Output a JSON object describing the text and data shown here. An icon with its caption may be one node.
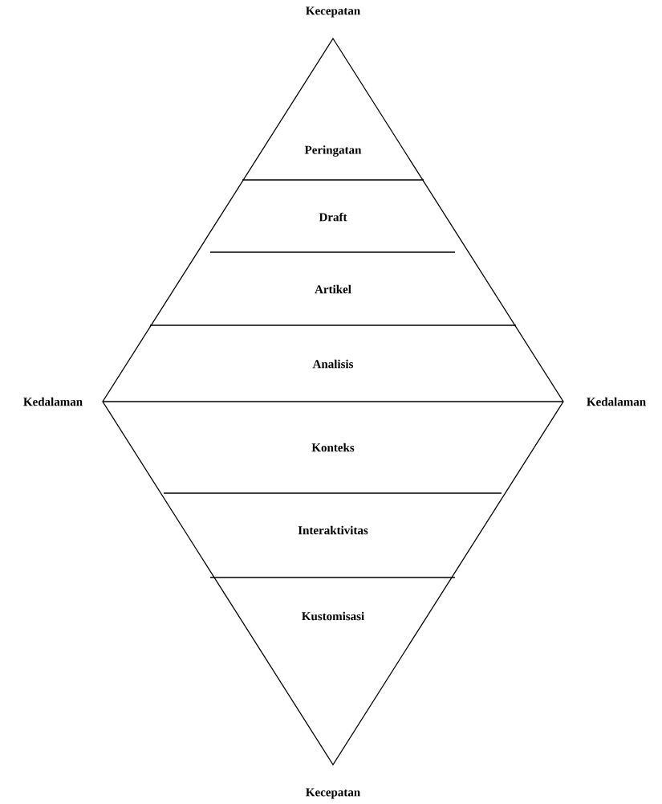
{
  "diagram": {
    "nodes": [
      {
        "text": [
          "Peringatan"
        ]
      },
      {
        "text": [
          "Draft"
        ]
      },
      {
        "text": [
          "Artikel"
        ]
      },
      {
        "text": [
          "Analisis"
        ]
      },
      {
        "text": [
          "Konteks"
        ]
      },
      {
        "text": [
          "Interaktivitas"
        ]
      },
      {
        "text": [
          "Kustomisasi"
        ]
      }
    ],
    "labels": [
      "Kecepatan",
      "Kedalaman",
      "Kedalaman",
      "Kecepatan"
    ]
  }
}
